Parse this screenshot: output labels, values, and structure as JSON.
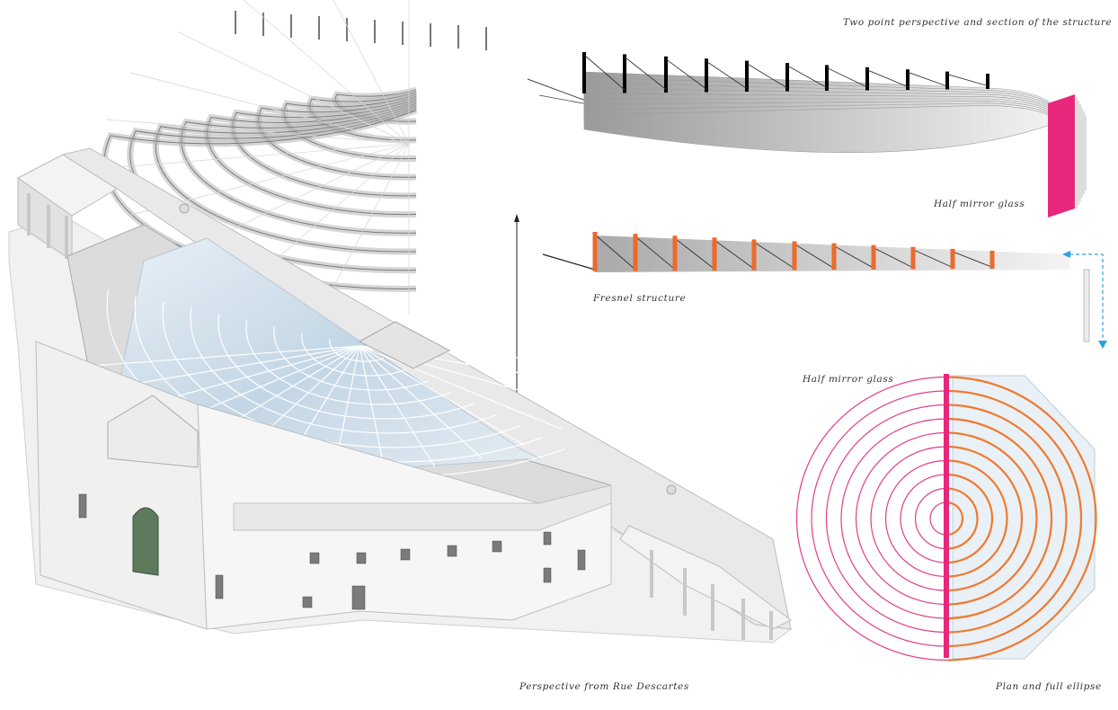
{
  "labels": {
    "two_point": "Two point perspective and section of the structure",
    "half_mirror_top": "Half mirror glass",
    "fresnel": "Fresnel structure",
    "half_mirror_plan": "Half mirror glass",
    "perspective": "Perspective from Rue Descartes",
    "plan": "Plan and full ellipse"
  },
  "colors": {
    "mirror_magenta": "#e8267c",
    "fresnel_orange": "#ec6a2a",
    "arrow_blue": "#2aa3e0",
    "ring_pink": "#e23d8d",
    "ring_orange": "#ef7a2e",
    "door_green": "#5d7a5c",
    "glass_blue": "#c6d8e6"
  },
  "icons": {
    "flow_arrow": "dashed-arrow-icon",
    "up_arrow": "arrow-up-icon"
  }
}
